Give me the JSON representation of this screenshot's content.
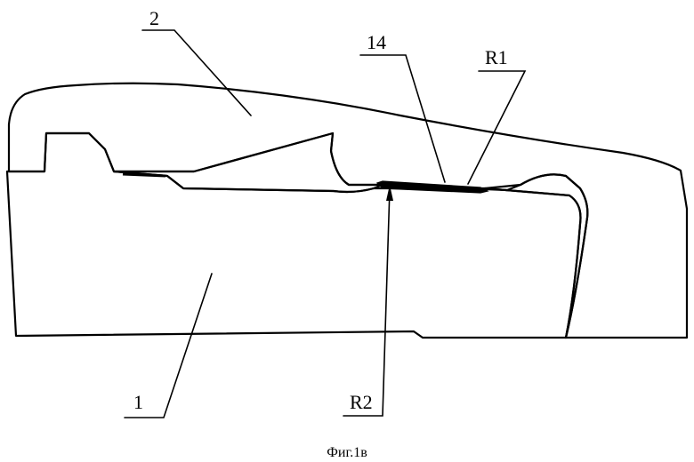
{
  "figure": {
    "caption": "Фиг.1в",
    "labels": {
      "part_2": "2",
      "part_1": "1",
      "part_14": "14",
      "r1": "R1",
      "r2": "R2"
    },
    "colors": {
      "ink": "#000000",
      "paper": "#ffffff"
    }
  }
}
